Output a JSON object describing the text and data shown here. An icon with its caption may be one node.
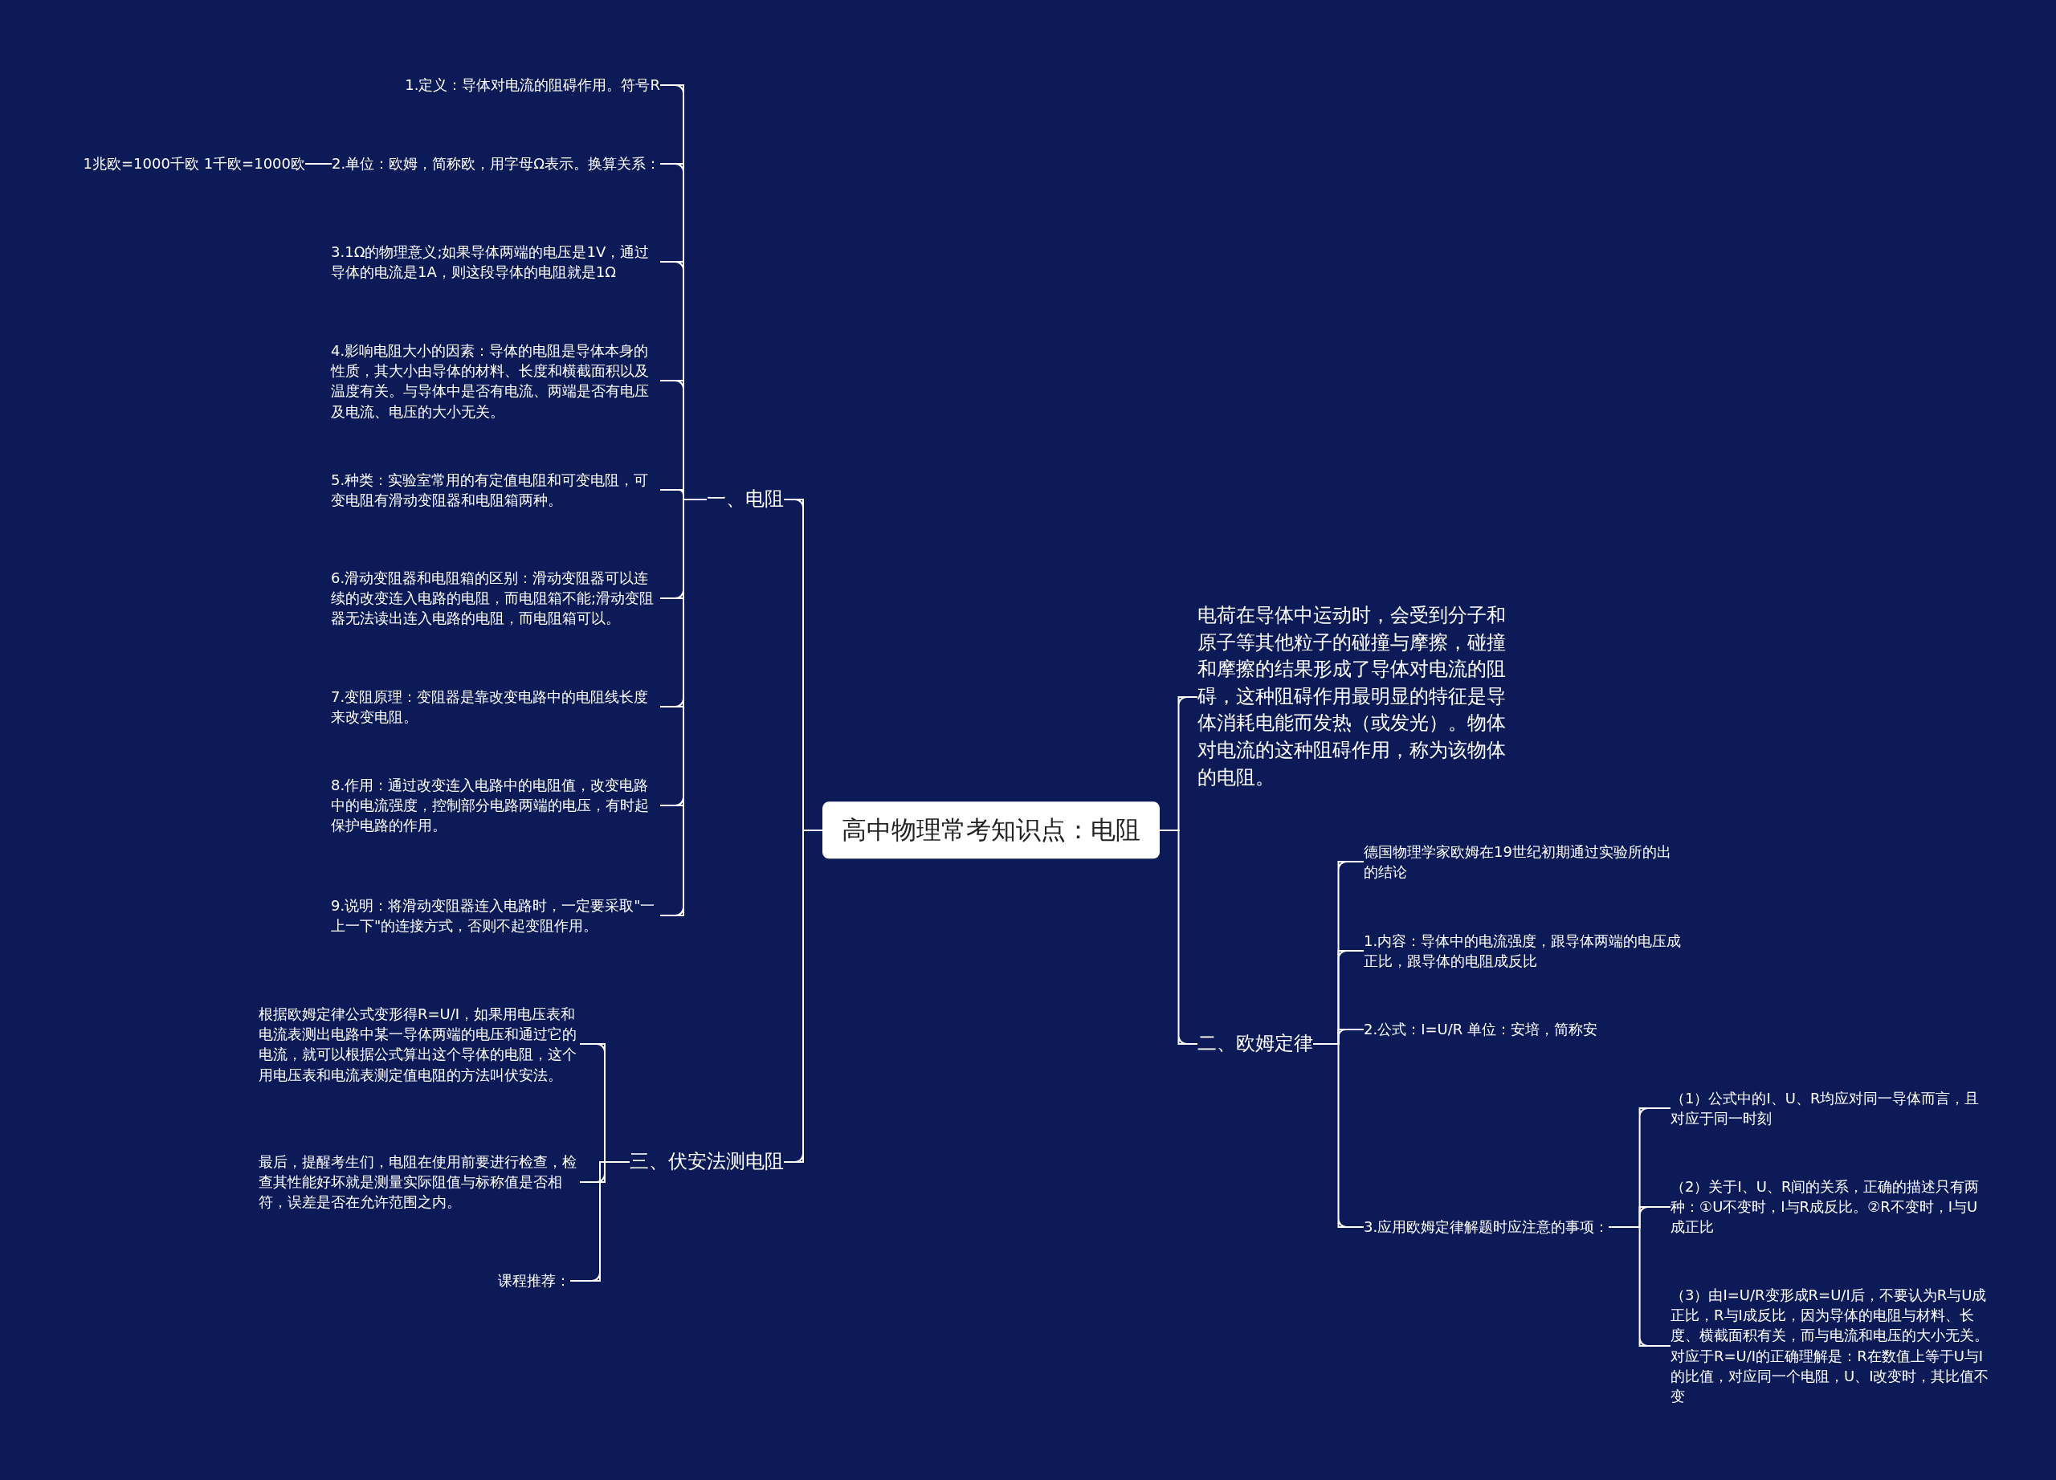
{
  "diagram": {
    "nodes": [
      {
        "text": [
          "高中物理常考知识点：电阻"
        ]
      },
      {
        "text": [
          "一、电阻"
        ]
      },
      {
        "text": [
          "1.定义：导体对电流的阻碍作用。符号R"
        ]
      },
      {
        "text": [
          "2.单位：欧姆，简称欧，用字母Ω表示。换算关系："
        ]
      },
      {
        "text": [
          "3.1Ω的物理意义;如果导体两端的电压是1V，通过导体的电流是1A，则这段导体的电阻就是1Ω"
        ]
      },
      {
        "text": [
          "4.影响电阻大小的因素：导体的电阻是导体本身的性质，其大小由导体的材料、长度和横截面积以及温度有关。与导体中是否有电流、两端是否有电压及电流、电压的大小无关。"
        ]
      },
      {
        "text": [
          "5.种类：实验室常用的有定值电阻和可变电阻，可变电阻有滑动变阻器和电阻箱两种。"
        ]
      },
      {
        "text": [
          "6.滑动变阻器和电阻箱的区别：滑动变阻器可以连续的改变连入电路的电阻，而电阻箱不能;滑动变阻器无法读出连入电路的电阻，而电阻箱可以。"
        ]
      },
      {
        "text": [
          "7.变阻原理：变阻器是靠改变电路中的电阻线长度来改变电阻。"
        ]
      },
      {
        "text": [
          "8.作用：通过改变连入电路中的电阻值，改变电路中的电流强度，控制部分电路两端的电压，有时起保护电路的作用。"
        ]
      },
      {
        "text": [
          "9.说明：将滑动变阻器连入电路时，一定要采取\"一上一下\"的连接方式，否则不起变阻作用。"
        ]
      },
      {
        "text": [
          "1兆欧=1000千欧 1千欧=1000欧"
        ]
      },
      {
        "text": [
          "三、伏安法测电阻"
        ]
      },
      {
        "text": [
          "根据欧姆定律公式变形得R=U/I，如果用电压表和电流表测出电路中某一导体两端的电压和通过它的电流，就可以根据公式算出这个导体的电阻，这个用电压表和电流表测定值电阻的方法叫伏安法。"
        ]
      },
      {
        "text": [
          "最后，提醒考生们，电阻在使用前要进行检查，检查其性能好坏就是测量实际阻值与标称值是否相符，误差是否在允许范围之内。"
        ]
      },
      {
        "text": [
          "课程推荐："
        ]
      },
      {
        "text": [
          "电荷在导体中运动时，会受到分子和原子等其他粒子的碰撞与摩擦，碰撞和摩擦的结果形成了导体对电流的阻碍，这种阻碍作用最明显的特征是导体消耗电能而发热（或发光）。物体对电流的这种阻碍作用，称为该物体的电阻。"
        ]
      },
      {
        "text": [
          "二、欧姆定律"
        ]
      },
      {
        "text": [
          "德国物理学家欧姆在19世纪初期通过实验所的出的结论"
        ]
      },
      {
        "text": [
          "1.内容：导体中的电流强度，跟导体两端的电压成正比，跟导体的电阻成反比"
        ]
      },
      {
        "text": [
          "2.公式：I=U/R 单位：安培，简称安"
        ]
      },
      {
        "text": [
          "3.应用欧姆定律解题时应注意的事项："
        ]
      },
      {
        "text": [
          "（1）公式中的I、U、R均应对同一导体而言，且对应于同一时刻"
        ]
      },
      {
        "text": [
          "（2）关于I、U、R间的关系，正确的描述只有两种：①U不变时，I与R成反比。②R不变时，I与U成正比"
        ]
      },
      {
        "text": [
          "（3）由I=U/R变形成R=U/I后，不要认为R与U成正比，R与I成反比，因为导体的电阻与材料、长度、横截面积有关，而与电流和电压的大小无关。对应于R=U/I的正确理解是：R在数值上等于U与I的比值，对应同一个电阻，U、I改变时，其比值不变"
        ]
      }
    ],
    "edges": [
      {
        "from": 0,
        "to": 1,
        "arrow": "none"
      },
      {
        "from": 0,
        "to": 12,
        "arrow": "none"
      },
      {
        "from": 0,
        "to": 16,
        "arrow": "none"
      },
      {
        "from": 0,
        "to": 17,
        "arrow": "none"
      },
      {
        "from": 1,
        "to": 2,
        "arrow": "none"
      },
      {
        "from": 1,
        "to": 3,
        "arrow": "none"
      },
      {
        "from": 1,
        "to": 4,
        "arrow": "none"
      },
      {
        "from": 1,
        "to": 5,
        "arrow": "none"
      },
      {
        "from": 1,
        "to": 6,
        "arrow": "none"
      },
      {
        "from": 1,
        "to": 7,
        "arrow": "none"
      },
      {
        "from": 1,
        "to": 8,
        "arrow": "none"
      },
      {
        "from": 1,
        "to": 9,
        "arrow": "none"
      },
      {
        "from": 1,
        "to": 10,
        "arrow": "none"
      },
      {
        "from": 3,
        "to": 11,
        "arrow": "none"
      },
      {
        "from": 12,
        "to": 13,
        "arrow": "none"
      },
      {
        "from": 12,
        "to": 14,
        "arrow": "none"
      },
      {
        "from": 12,
        "to": 15,
        "arrow": "none"
      },
      {
        "from": 17,
        "to": 18,
        "arrow": "none"
      },
      {
        "from": 17,
        "to": 19,
        "arrow": "none"
      },
      {
        "from": 17,
        "to": 20,
        "arrow": "none"
      },
      {
        "from": 17,
        "to": 21,
        "arrow": "none"
      },
      {
        "from": 21,
        "to": 22,
        "arrow": "none"
      },
      {
        "from": 21,
        "to": 23,
        "arrow": "none"
      },
      {
        "from": 21,
        "to": 24,
        "arrow": "none"
      }
    ]
  }
}
